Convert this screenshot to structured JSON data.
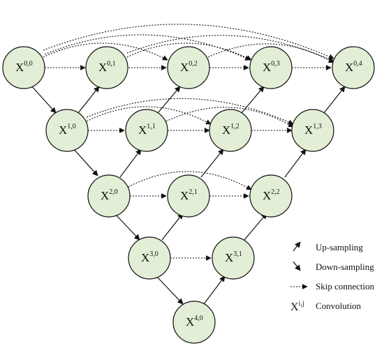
{
  "nodes": [
    {
      "id": "x00",
      "base": "X",
      "sup": "0,0"
    },
    {
      "id": "x01",
      "base": "X",
      "sup": "0,1"
    },
    {
      "id": "x02",
      "base": "X",
      "sup": "0,2"
    },
    {
      "id": "x03",
      "base": "X",
      "sup": "0,3"
    },
    {
      "id": "x04",
      "base": "X",
      "sup": "0,4"
    },
    {
      "id": "x10",
      "base": "X",
      "sup": "1,0"
    },
    {
      "id": "x11",
      "base": "X",
      "sup": "1,1"
    },
    {
      "id": "x12",
      "base": "X",
      "sup": "1,2"
    },
    {
      "id": "x13",
      "base": "X",
      "sup": "1,3"
    },
    {
      "id": "x20",
      "base": "X",
      "sup": "2,0"
    },
    {
      "id": "x21",
      "base": "X",
      "sup": "2,1"
    },
    {
      "id": "x22",
      "base": "X",
      "sup": "2,2"
    },
    {
      "id": "x30",
      "base": "X",
      "sup": "3,0"
    },
    {
      "id": "x31",
      "base": "X",
      "sup": "3,1"
    },
    {
      "id": "x40",
      "base": "X",
      "sup": "4,0"
    }
  ],
  "legend": {
    "up": "Up-sampling",
    "down": "Down-sampling",
    "skip": "Skip connection",
    "conv_base": "X",
    "conv_sup": "i,j",
    "conv": "Convolution"
  }
}
